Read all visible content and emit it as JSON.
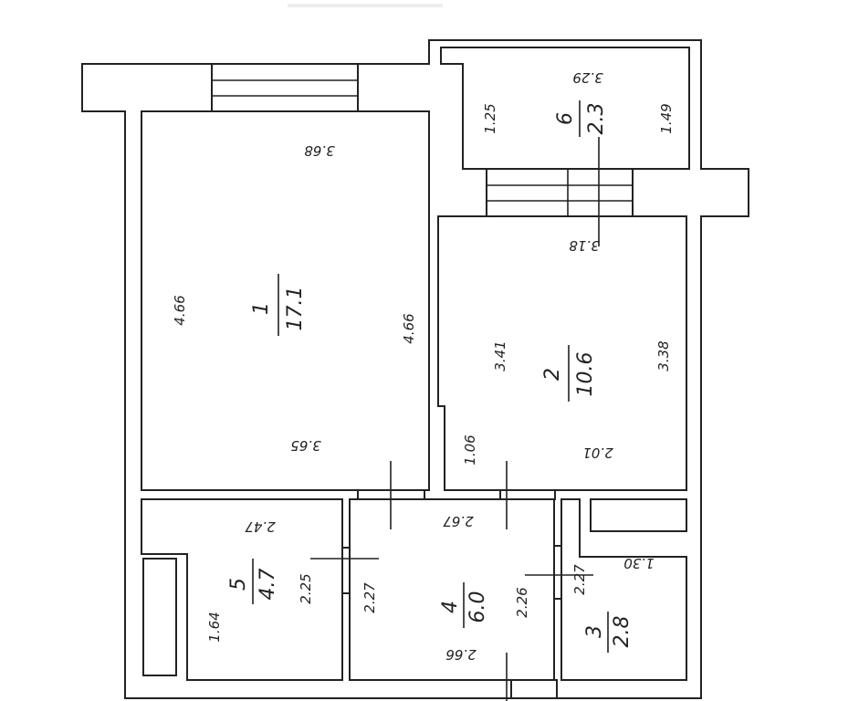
{
  "rooms": [
    {
      "number": "1",
      "area": "17.1",
      "dims": [
        "3.68",
        "4.66",
        "4.66",
        "3.65"
      ]
    },
    {
      "number": "2",
      "area": "10.6",
      "dims": [
        "3.18",
        "3.41",
        "3.38",
        "1.06",
        "2.01"
      ]
    },
    {
      "number": "3",
      "area": "2.8",
      "dims": [
        "1.30",
        "2.27"
      ]
    },
    {
      "number": "4",
      "area": "6.0",
      "dims": [
        "2.67",
        "2.27",
        "2.26",
        "2.66"
      ]
    },
    {
      "number": "5",
      "area": "4.7",
      "dims": [
        "2.47",
        "2.25",
        "1.64"
      ]
    },
    {
      "number": "6",
      "area": "2.3",
      "dims": [
        "3.29",
        "1.25",
        "1.49"
      ]
    }
  ]
}
